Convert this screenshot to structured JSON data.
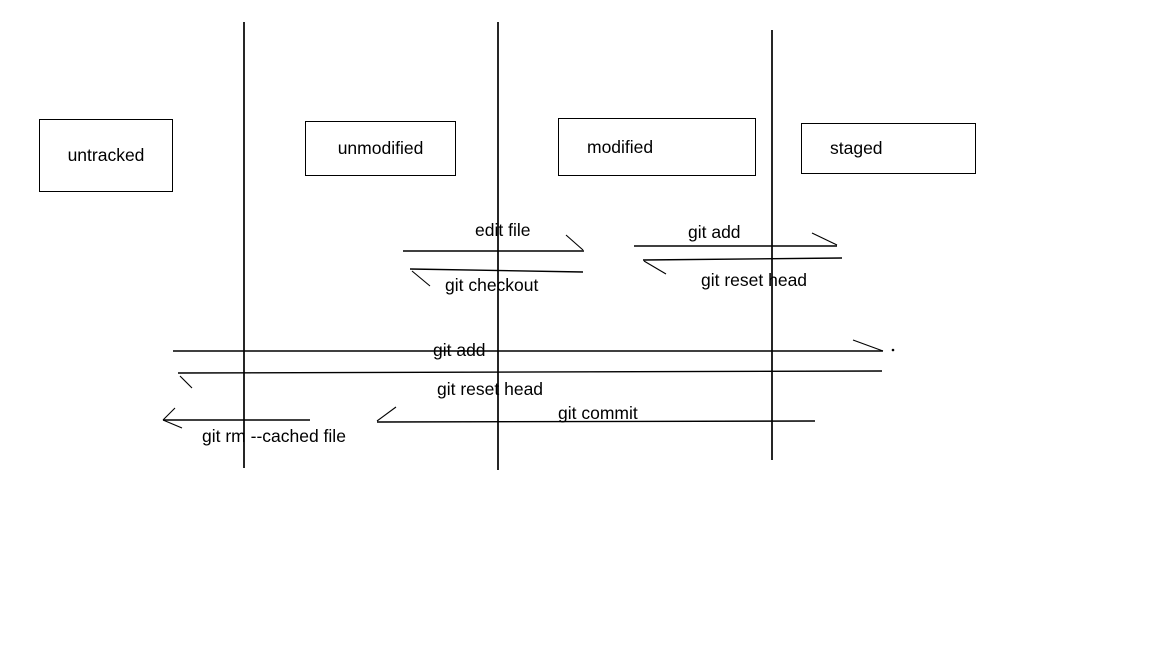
{
  "canvas": {
    "background": "#ffffff",
    "ink_color": "#000000"
  },
  "diagram": {
    "type": "state-transition",
    "topic": "git file lifecycle",
    "boxes": [
      {
        "label": "untracked"
      },
      {
        "label": "unmodified"
      },
      {
        "label": "modified"
      },
      {
        "label": "staged"
      }
    ],
    "arrows": [
      {
        "label": "edit file",
        "from": "unmodified",
        "to": "modified",
        "direction": "right"
      },
      {
        "label": "git checkout",
        "from": "modified",
        "to": "unmodified",
        "direction": "left"
      },
      {
        "label": "git add",
        "from": "modified",
        "to": "staged",
        "direction": "right"
      },
      {
        "label": "git reset head",
        "from": "staged",
        "to": "modified",
        "direction": "left"
      },
      {
        "label": "git add",
        "from": "untracked",
        "to": "staged",
        "direction": "right"
      },
      {
        "label": "git reset head",
        "from": "staged",
        "to": "untracked",
        "direction": "left"
      },
      {
        "label": "git commit",
        "from": "staged",
        "to": "unmodified",
        "direction": "left"
      },
      {
        "label": "git rm --cached file",
        "from": "unmodified",
        "to": "untracked",
        "direction": "left"
      }
    ]
  }
}
